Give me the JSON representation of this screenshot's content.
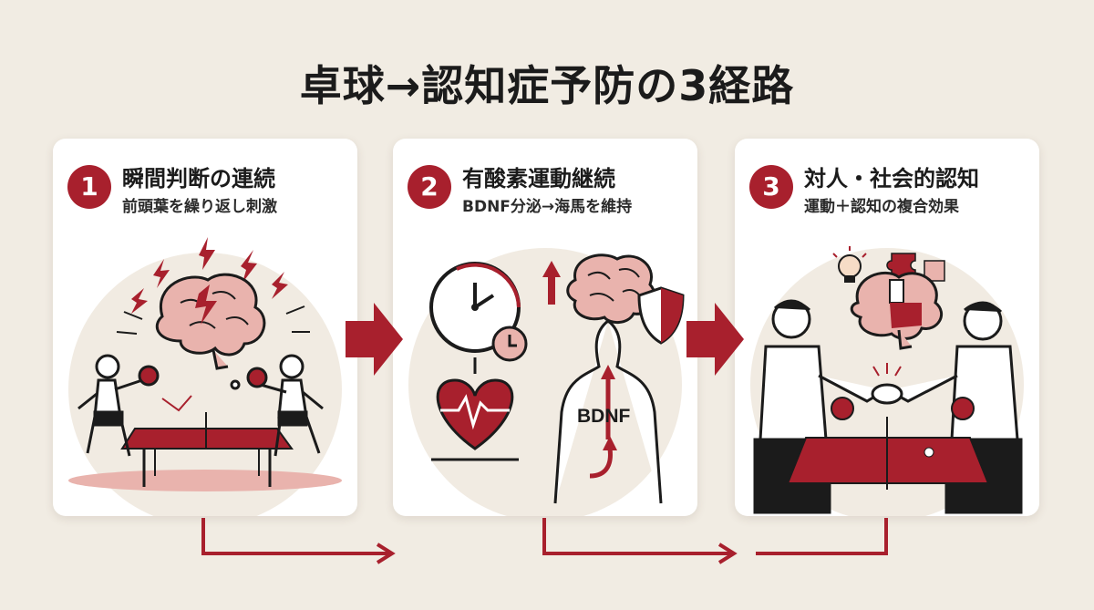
{
  "title": "卓球→認知症予防の3経路",
  "colors": {
    "accent": "#a8202d",
    "background": "#f1ece3",
    "card": "#ffffff",
    "pink": "#e9b3ad"
  },
  "cards": [
    {
      "number": "1",
      "title": "瞬間判断の連続",
      "subtitle": "前頭葉を繰り返し刺激",
      "icons": [
        "brain-icon",
        "lightning-icon",
        "ping-pong-players-icon",
        "ping-pong-table-icon"
      ]
    },
    {
      "number": "2",
      "title": "有酸素運動継続",
      "subtitle": "BDNF分泌→海馬を維持",
      "label": "BDNF",
      "icons": [
        "clock-icon",
        "heart-pulse-icon",
        "brain-icon",
        "shield-icon",
        "body-outline-icon",
        "up-arrow-icon"
      ]
    },
    {
      "number": "3",
      "title": "対人・社会的認知",
      "subtitle": "運動＋認知の複合効果",
      "icons": [
        "lightbulb-icon",
        "puzzle-icon",
        "brain-icon",
        "handshake-icon",
        "ping-pong-table-icon"
      ]
    }
  ]
}
